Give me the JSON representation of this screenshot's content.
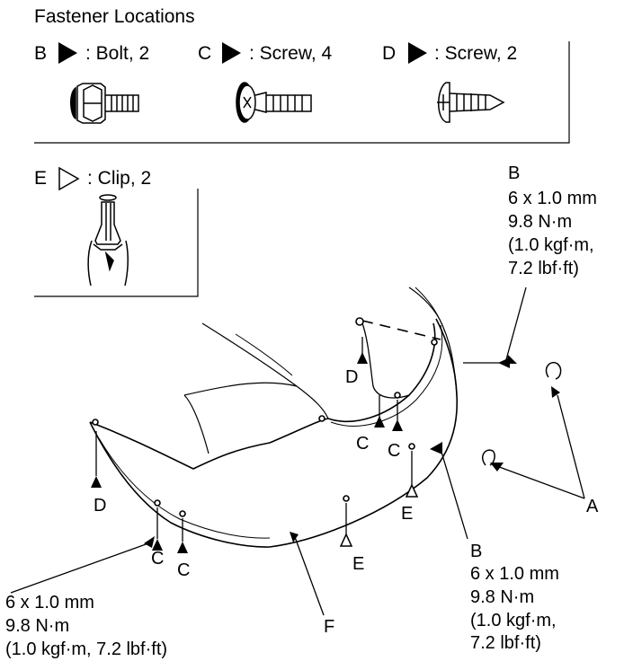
{
  "title": "Fastener Locations",
  "legend": {
    "b": {
      "letter": "B",
      "text": ": Bolt, 2",
      "marker": "filled-triangle"
    },
    "c": {
      "letter": "C",
      "text": ": Screw, 4",
      "marker": "filled-triangle"
    },
    "d": {
      "letter": "D",
      "text": ": Screw, 2",
      "marker": "filled-triangle"
    },
    "e": {
      "letter": "E",
      "text": ": Clip, 2",
      "marker": "outline-triangle"
    }
  },
  "icons": [
    "flange-bolt-icon",
    "washer-head-screw-icon",
    "tapping-screw-icon",
    "clip-icon"
  ],
  "spec_top_right": {
    "label": "B",
    "lines": [
      "6 x 1.0 mm",
      "9.8 N·m",
      "(1.0 kgf·m,",
      "7.2 lbf·ft)"
    ]
  },
  "spec_bottom_right": {
    "label": "B",
    "lines": [
      "6 x 1.0 mm",
      "9.8 N·m",
      "(1.0 kgf·m,",
      "7.2 lbf·ft)"
    ]
  },
  "spec_bottom_left": {
    "lines": [
      "6 x 1.0 mm",
      "9.8 N·m",
      "(1.0 kgf·m, 7.2 lbf·ft)"
    ]
  },
  "callouts": {
    "d_upper": "D",
    "c_mid1": "C",
    "c_mid2": "C",
    "d_left": "D",
    "c_low1": "C",
    "c_low2": "C",
    "e_low": "E",
    "e_right": "E",
    "a": "A",
    "f": "F"
  },
  "colors": {
    "line": "#000000",
    "background": "#ffffff"
  }
}
